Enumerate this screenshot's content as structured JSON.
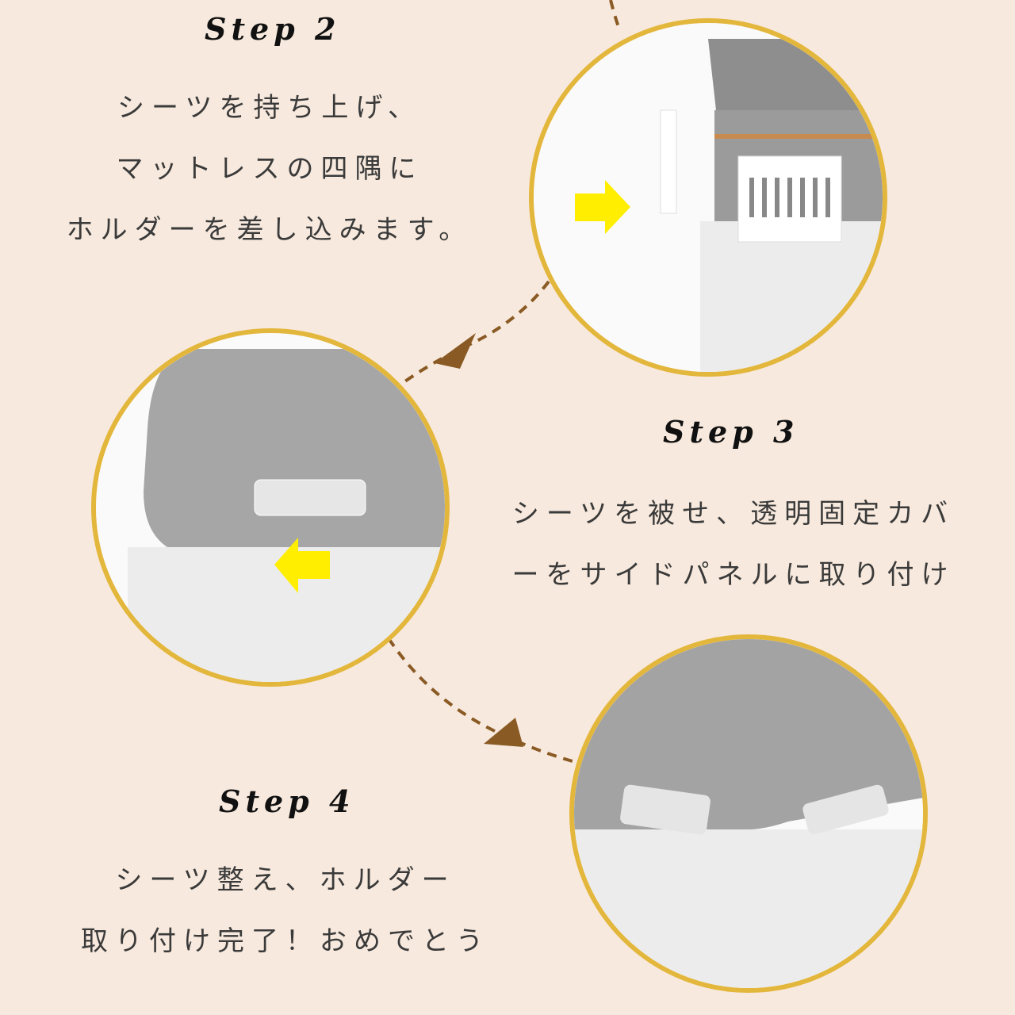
{
  "steps": [
    {
      "title": "Step 2",
      "lines": [
        "シーツを持ち上げ、",
        "マットレスの四隅に",
        "ホルダーを差し込みます。"
      ]
    },
    {
      "title": "Step 3",
      "lines": [
        "シーツを被せ、透明固定カバ",
        "ーをサイドパネルに取り付け"
      ]
    },
    {
      "title": "Step 4",
      "lines": [
        "シーツ整え、ホルダー",
        "取り付け完了！おめでとう"
      ]
    }
  ],
  "colors": {
    "background": "#f7e9dd",
    "ring": "#e3b63c",
    "arrow": "#8a5a24",
    "pointer": "#ffee00"
  }
}
